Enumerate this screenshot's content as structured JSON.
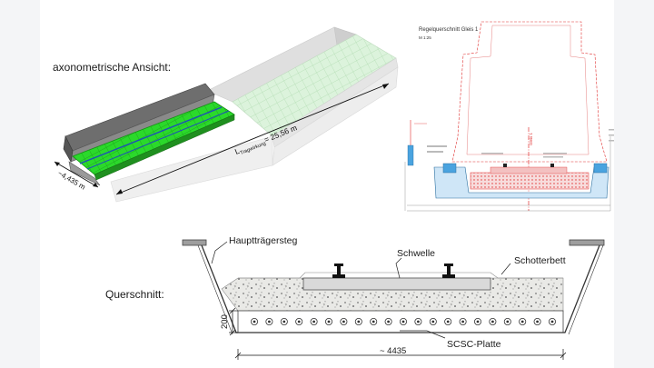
{
  "axonometric": {
    "heading": "axonometrische Ansicht:",
    "length_label_main": "L",
    "length_label_sub": "Tragwirkung",
    "length_label_value": "= 25,56 m",
    "width_label": "~4,435 m"
  },
  "drawing": {
    "title": "Regelquerschnitt Gleis 1",
    "scale": "M 1:25",
    "track_axis_label": "Gleis 1"
  },
  "cross_section": {
    "heading": "Querschnitt:",
    "labels": {
      "web": "Hauptträgersteg",
      "sleeper": "Schwelle",
      "ballast": "Schotterbett",
      "slab": "SCSC-Platte"
    },
    "dimensions": {
      "slab_thickness": "200",
      "width": "~ 4435"
    }
  },
  "colors": {
    "green": "#2bd92b",
    "ballast_fill": "#e9e9e6",
    "drawing_red": "#e03030",
    "drawing_blue": "#4aa3df"
  }
}
